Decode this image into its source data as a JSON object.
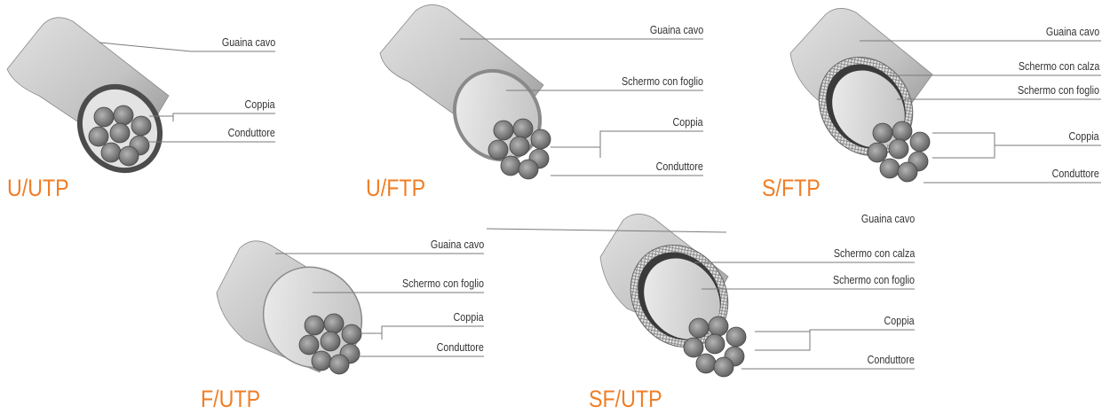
{
  "colors": {
    "title": "#f07e26",
    "line": "#7a7a7a",
    "sheath": "#cdcdcd",
    "sheath_dark": "#9d9d9d",
    "conductor": "#8f8f8f",
    "conductor_dark": "#5e5e5e",
    "braid": "#bdbdbd"
  },
  "cables": [
    {
      "title": "U/UTP",
      "labels": [
        "Guaina cavo",
        "Coppia",
        "Conduttore"
      ]
    },
    {
      "title": "U/FTP",
      "labels": [
        "Guaina cavo",
        "Schermo con foglio",
        "Coppia",
        "Conduttore"
      ]
    },
    {
      "title": "S/FTP",
      "labels": [
        "Guaina cavo",
        "Schermo con calza",
        "Schermo con foglio",
        "Coppia",
        "Conduttore"
      ]
    },
    {
      "title": "F/UTP",
      "labels": [
        "Guaina cavo",
        "Schermo con foglio",
        "Coppia",
        "Conduttore"
      ]
    },
    {
      "title": "SF/UTP",
      "labels": [
        "Guaina cavo",
        "Schermo con calza",
        "Schermo con foglio",
        "Coppia",
        "Conduttore"
      ]
    }
  ]
}
